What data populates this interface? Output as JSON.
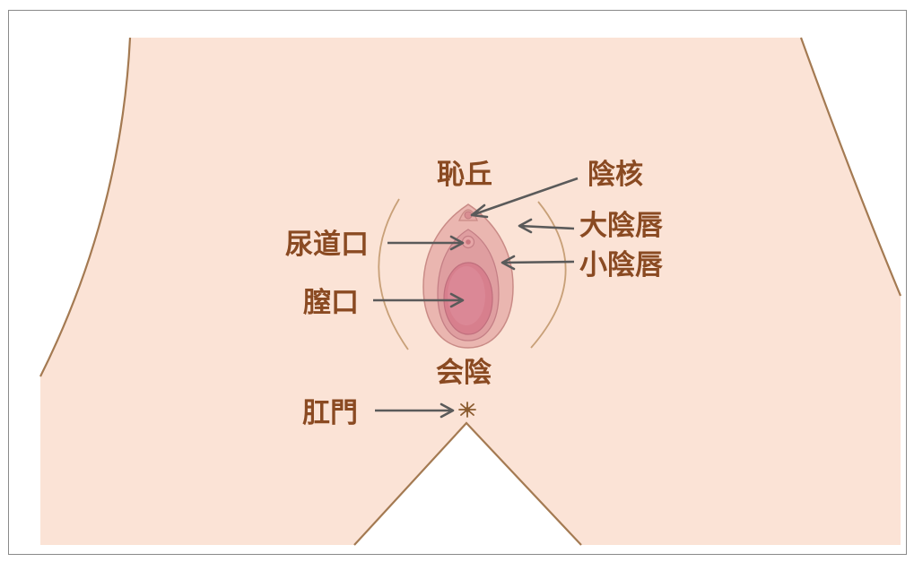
{
  "labels": {
    "mons_pubis": "恥丘",
    "clitoris": "陰核",
    "labia_majora": "大陰唇",
    "urethral_opening": "尿道口",
    "labia_minora": "小陰唇",
    "vaginal_opening": "膣口",
    "perineum": "会陰",
    "anus": "肛門"
  },
  "colors": {
    "skin": "#fbe3d6",
    "outline": "#a47a52",
    "label_text": "#8a4a22",
    "arrow": "#5a5a5a",
    "outer_labia": "#eab6b0",
    "inner_labia": "#df9ea0",
    "vaginal_opening": "#d77f8d",
    "anus": "#8b5c30"
  }
}
